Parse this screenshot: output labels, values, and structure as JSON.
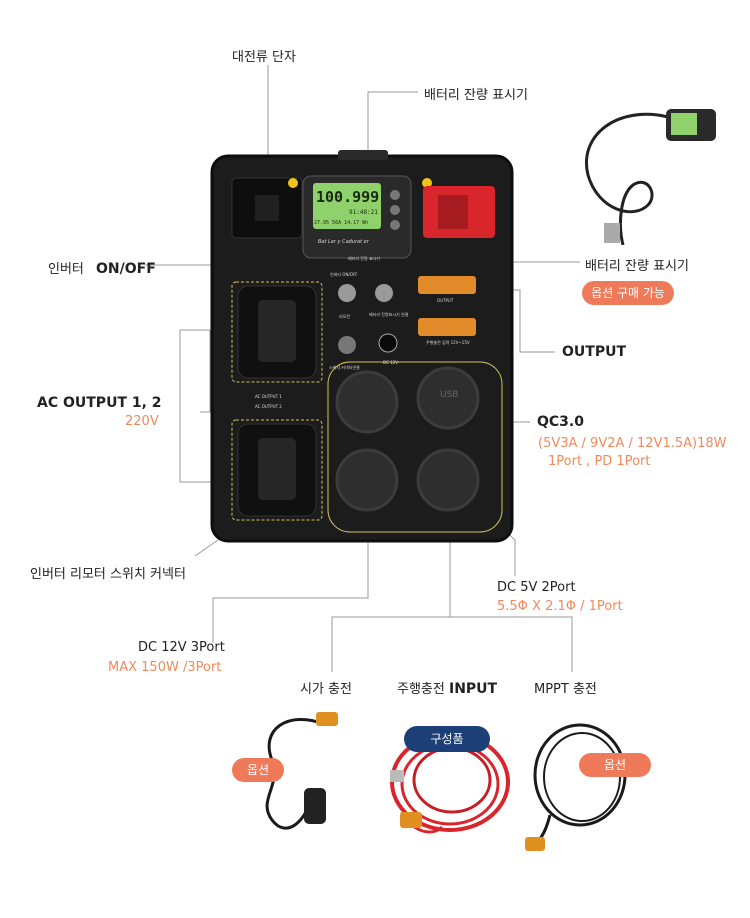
{
  "callouts": {
    "dc_terminal": "대전류 단자",
    "battery_meter_top": "배터리 잔량 표시기",
    "inverter_label": "인버터",
    "inverter_onoff": "ON/OFF",
    "battery_meter_right": "배터리 잔량 표시기",
    "option_purchase": "옵션 구매 가능",
    "output": "OUTPUT",
    "ac_output": "AC OUTPUT 1, 2",
    "ac_voltage": "220V",
    "qc": "QC3.0",
    "qc_spec_line1": "(5V3A / 9V2A / 12V1.5A)18W",
    "qc_spec_line2": "1Port , PD 1Port",
    "remote_connector": "인버터 리모터 스위치 커넥터",
    "dc5v": "DC 5V 2Port",
    "dc5v_spec": "5.5Φ X 2.1Φ / 1Port",
    "dc12v": "DC 12V 3Port",
    "dc12v_spec": "MAX 150W /3Port",
    "cigar_charge": "시가 충전",
    "driving_charge": "주행충전",
    "input": "INPUT",
    "mppt_charge": "MPPT 충전",
    "option_left": "옵션",
    "components": "구성품",
    "option_right": "옵션"
  },
  "device": {
    "meter_reading": "100.999",
    "meter_line2": "91:48:21",
    "meter_line3": "27.95 56A 14.17 Wh",
    "brand": "Bat Ler y  Cadurat er",
    "panel_label_meter": "배터리 잔량 표시기",
    "panel_label_inverter": "인버터 ON/OFF",
    "panel_label_remote": "리모컨",
    "panel_label_switch": "스위치 커넥터연결",
    "panel_label_meter_conn": "배터리 잔량표시기 연결",
    "panel_label_output": "OUTPUT",
    "panel_label_input": "주행충전 입력 12V~15V",
    "panel_label_dc12": "DC 12V",
    "panel_label_ac1": "AC OUTPUT 1",
    "panel_label_ac2": "AC OUTPUT 2",
    "usb_label": "USB"
  },
  "colors": {
    "accent_orange": "#f08a5d",
    "pill_orange": "#ef7a5a",
    "pill_navy": "#1d3f78",
    "cable_red": "#d8262c",
    "screen_green": "#8fd16a"
  }
}
